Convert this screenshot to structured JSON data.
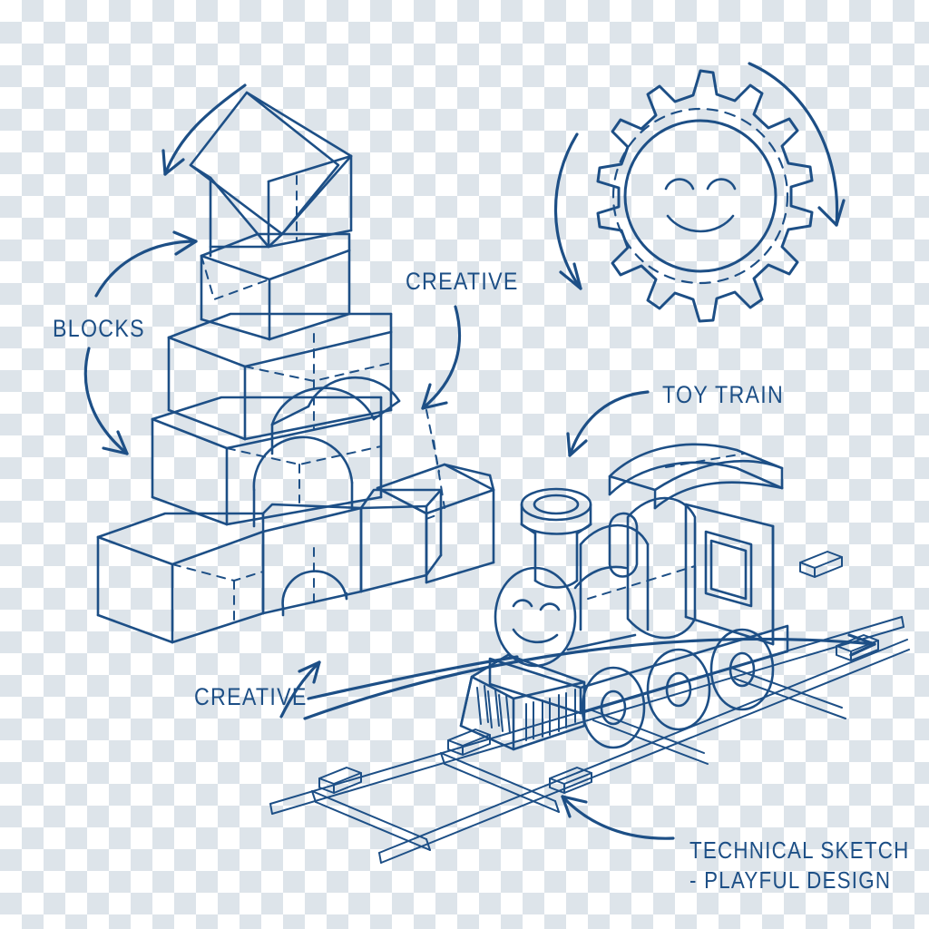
{
  "sketch": {
    "title": "Toy Blocks and Train Technical Sketch",
    "style": "isometric blueprint line drawing",
    "line_color": "#1d4f86",
    "accent_color": "#2a5a96",
    "background": "transparent-checkerboard",
    "checker_color": "#dde4ea"
  },
  "labels": {
    "blocks": "BLOCKS",
    "creative_top": "CREATIVE",
    "creative_bottom": "CREATIVE",
    "toy_train": "TOY TRAIN",
    "caption_line1": "TECHNICAL SKETCH",
    "caption_line2": "- PLAYFUL DESIGN"
  },
  "objects": [
    {
      "name": "block-tower",
      "description": "Isometric stack of wooden toy blocks with a triangular roof prism on top, cubes, a long rectangular beam, an arch block and a wedge ramp block",
      "parts": [
        "roof-prism",
        "upper-cube",
        "mid-beam",
        "arch-block",
        "base-cubes",
        "wedge-block"
      ],
      "hidden_edges": "dashed"
    },
    {
      "name": "smiling-gear",
      "description": "Cogwheel with 16 teeth, dashed inner circle, solid inner circle and a smiley face; two curved rotation arrows around it",
      "teeth": 16,
      "face": "smile"
    },
    {
      "name": "toy-train",
      "description": "Isometric steam locomotive with smiley boiler front, chimney, dome, curved cab roof, cab window, three wheels and a slatted cowcatcher riding on a rail track",
      "wheels": 3,
      "face": "smile"
    },
    {
      "name": "rail-track",
      "description": "Two parallel rails with sleepers and rail clips running diagonally",
      "sleepers": 5
    }
  ],
  "annotations": [
    {
      "name": "arrow-to-roof",
      "from": "top-left",
      "to": "roof-prism",
      "style": "curved"
    },
    {
      "name": "arrow-blocks-up",
      "from": "BLOCKS",
      "to": "upper-cube",
      "style": "curved"
    },
    {
      "name": "arrow-blocks-down",
      "from": "BLOCKS",
      "to": "base-cubes",
      "style": "curved"
    },
    {
      "name": "arrow-creative-top",
      "from": "CREATIVE",
      "to": "arch-block",
      "style": "curved"
    },
    {
      "name": "arrow-creative-bottom",
      "from": "CREATIVE",
      "to": "arch-opening",
      "style": "curved"
    },
    {
      "name": "arrow-toy-train",
      "from": "TOY TRAIN",
      "to": "cab-roof",
      "style": "curved"
    },
    {
      "name": "arrow-caption",
      "from": "caption",
      "to": "rail-track",
      "style": "curved"
    },
    {
      "name": "arrow-gear-left",
      "from": "gear",
      "to": "rotation",
      "style": "arc"
    },
    {
      "name": "arrow-gear-right",
      "from": "gear",
      "to": "rotation",
      "style": "arc"
    },
    {
      "name": "arrow-track-sweep",
      "from": "left-track",
      "to": "right-track",
      "style": "long-sweep"
    }
  ]
}
